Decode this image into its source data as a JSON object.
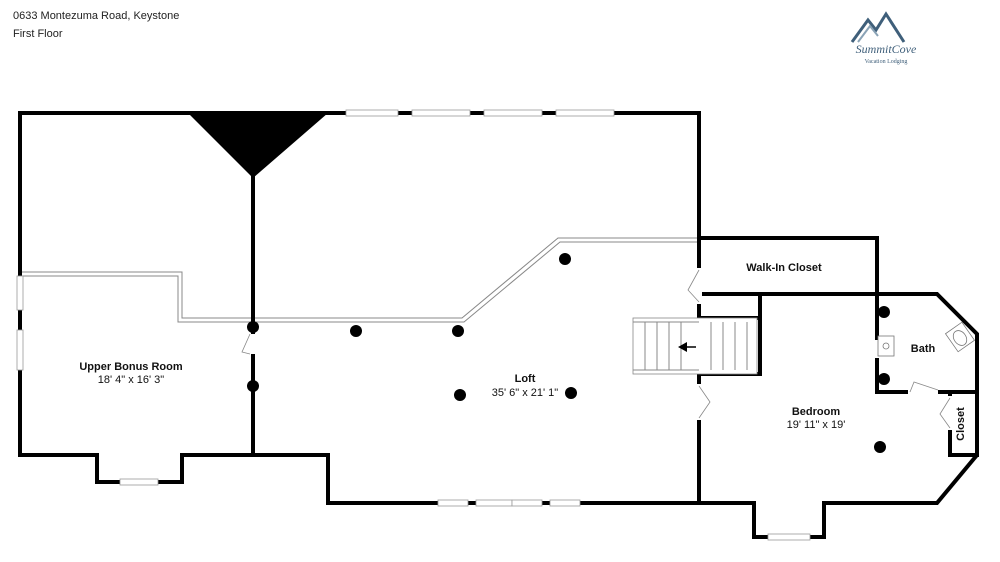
{
  "header": {
    "address": "0633 Montezuma Road, Keystone",
    "floor": "First Floor"
  },
  "logo": {
    "brand": "SummitCove",
    "tagline": "Vacation Lodging",
    "color": "#3f5f7a"
  },
  "rooms": [
    {
      "key": "upper_bonus",
      "name": "Upper Bonus Room",
      "dims": "18' 4\" x 16' 3\""
    },
    {
      "key": "loft",
      "name": "Loft",
      "dims": "35' 6\" x 21' 1\""
    },
    {
      "key": "walk_in",
      "name": "Walk-In Closet",
      "dims": ""
    },
    {
      "key": "bath",
      "name": "Bath",
      "dims": ""
    },
    {
      "key": "bedroom",
      "name": "Bedroom",
      "dims": "19' 11\" x 19'"
    },
    {
      "key": "closet",
      "name": "Closet",
      "dims": ""
    }
  ]
}
